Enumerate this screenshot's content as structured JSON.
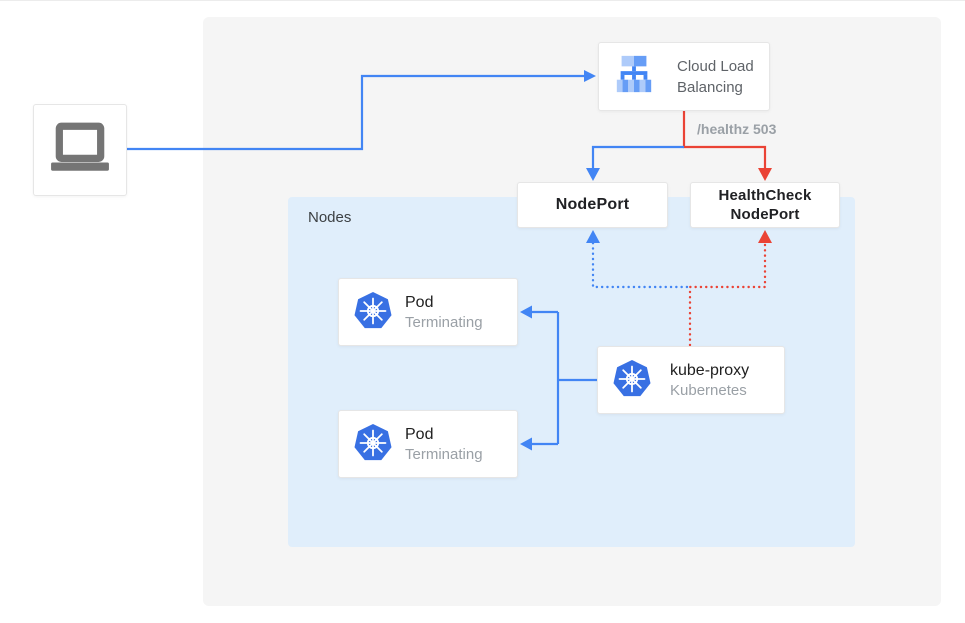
{
  "diagram": {
    "cloud_load_balancing": {
      "line1": "Cloud Load",
      "line2": "Balancing"
    },
    "healthz_badge": "/healthz 503",
    "nodes_panel_label": "Nodes",
    "nodeport_label": "NodePort",
    "healthcheck_nodeport": {
      "line1": "HealthCheck",
      "line2": "NodePort"
    },
    "pods": [
      {
        "title": "Pod",
        "status": "Terminating"
      },
      {
        "title": "Pod",
        "status": "Terminating"
      }
    ],
    "kube_proxy": {
      "title": "kube-proxy",
      "subtitle": "Kubernetes"
    },
    "icons": {
      "client": "laptop-icon",
      "load_balancer": "load-balancer-icon",
      "workload": "kubernetes-helm-icon"
    },
    "colors": {
      "blue": "#4285f4",
      "red": "#ea4335",
      "panel_gray": "#f5f5f5",
      "nodes_blue": "#e0eefb",
      "k8s_blue": "#3870e3",
      "laptop_gray": "#757575",
      "text_dark": "#212121",
      "text_gray": "#5f6368",
      "muted_gray": "#9aa0a6"
    }
  }
}
